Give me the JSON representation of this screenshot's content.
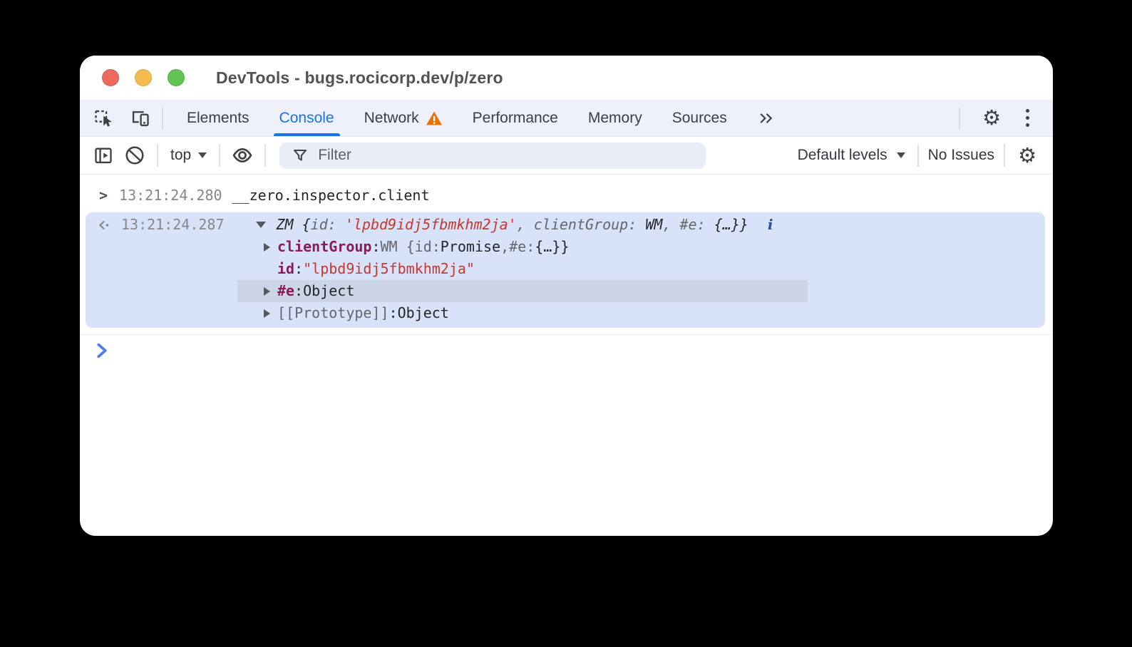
{
  "window": {
    "title": "DevTools - bugs.rocicorp.dev/p/zero"
  },
  "tabbar": {
    "tabs": [
      {
        "label": "Elements"
      },
      {
        "label": "Console"
      },
      {
        "label": "Network"
      },
      {
        "label": "Performance"
      },
      {
        "label": "Memory"
      },
      {
        "label": "Sources"
      }
    ]
  },
  "toolbar": {
    "context_selector": "top",
    "filter_placeholder": "Filter",
    "levels_label": "Default levels",
    "issues_label": "No Issues"
  },
  "console": {
    "command": {
      "timestamp": "13:21:24.280",
      "expression": "__zero.inspector.client"
    },
    "result": {
      "timestamp": "13:21:24.287",
      "preview": {
        "class_open": "ZM {",
        "key_id": "id: ",
        "id_string": "'lpbd9idj5fbmkhm2ja'",
        "sep1": ", ",
        "key_client_group": "clientGroup: ",
        "wm": "WM",
        "sep2": ", ",
        "key_e": "#e: ",
        "close": "{…}}",
        "info": "i"
      },
      "properties": {
        "client_group": {
          "key": "clientGroup",
          "colon": ": ",
          "val_prefix": "WM {id: ",
          "val_promise": "Promise",
          "val_sep": ", ",
          "val_key_e": "#e: ",
          "val_close": "{…}}"
        },
        "id": {
          "key": "id",
          "colon": ": ",
          "value": "\"lpbd9idj5fbmkhm2ja\""
        },
        "hash_e": {
          "key": "#e",
          "colon": ": ",
          "value": "Object"
        },
        "prototype": {
          "key": "[[Prototype]]",
          "colon": ": ",
          "value": "Object"
        }
      }
    }
  },
  "colors": {
    "accent_blue": "#1a73e8",
    "warning_orange": "#e8710a",
    "property_key": "#8b1b56",
    "string_red": "#c8372e",
    "result_highlight": "#d8e3fa",
    "row_highlight": "#ccd5e7",
    "traffic_red": "#ee6a5f",
    "traffic_yellow": "#f5bd4f",
    "traffic_green": "#61c454"
  }
}
